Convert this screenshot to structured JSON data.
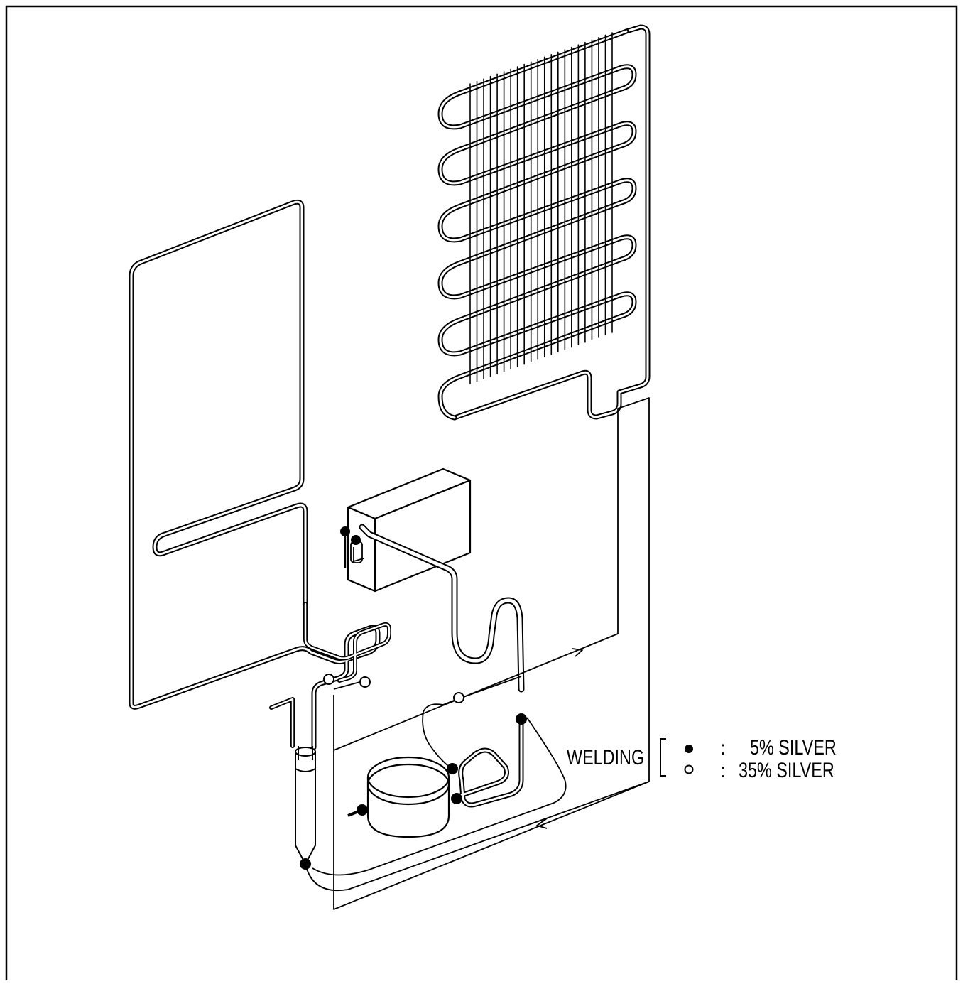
{
  "legend": {
    "title": "WELDING",
    "separator": ":",
    "items": [
      {
        "symbol": "filled-dot",
        "label": "5% SILVER"
      },
      {
        "symbol": "open-circle",
        "label": "35% SILVER"
      }
    ]
  },
  "colors": {
    "ink": "#000000",
    "paper": "#ffffff"
  }
}
